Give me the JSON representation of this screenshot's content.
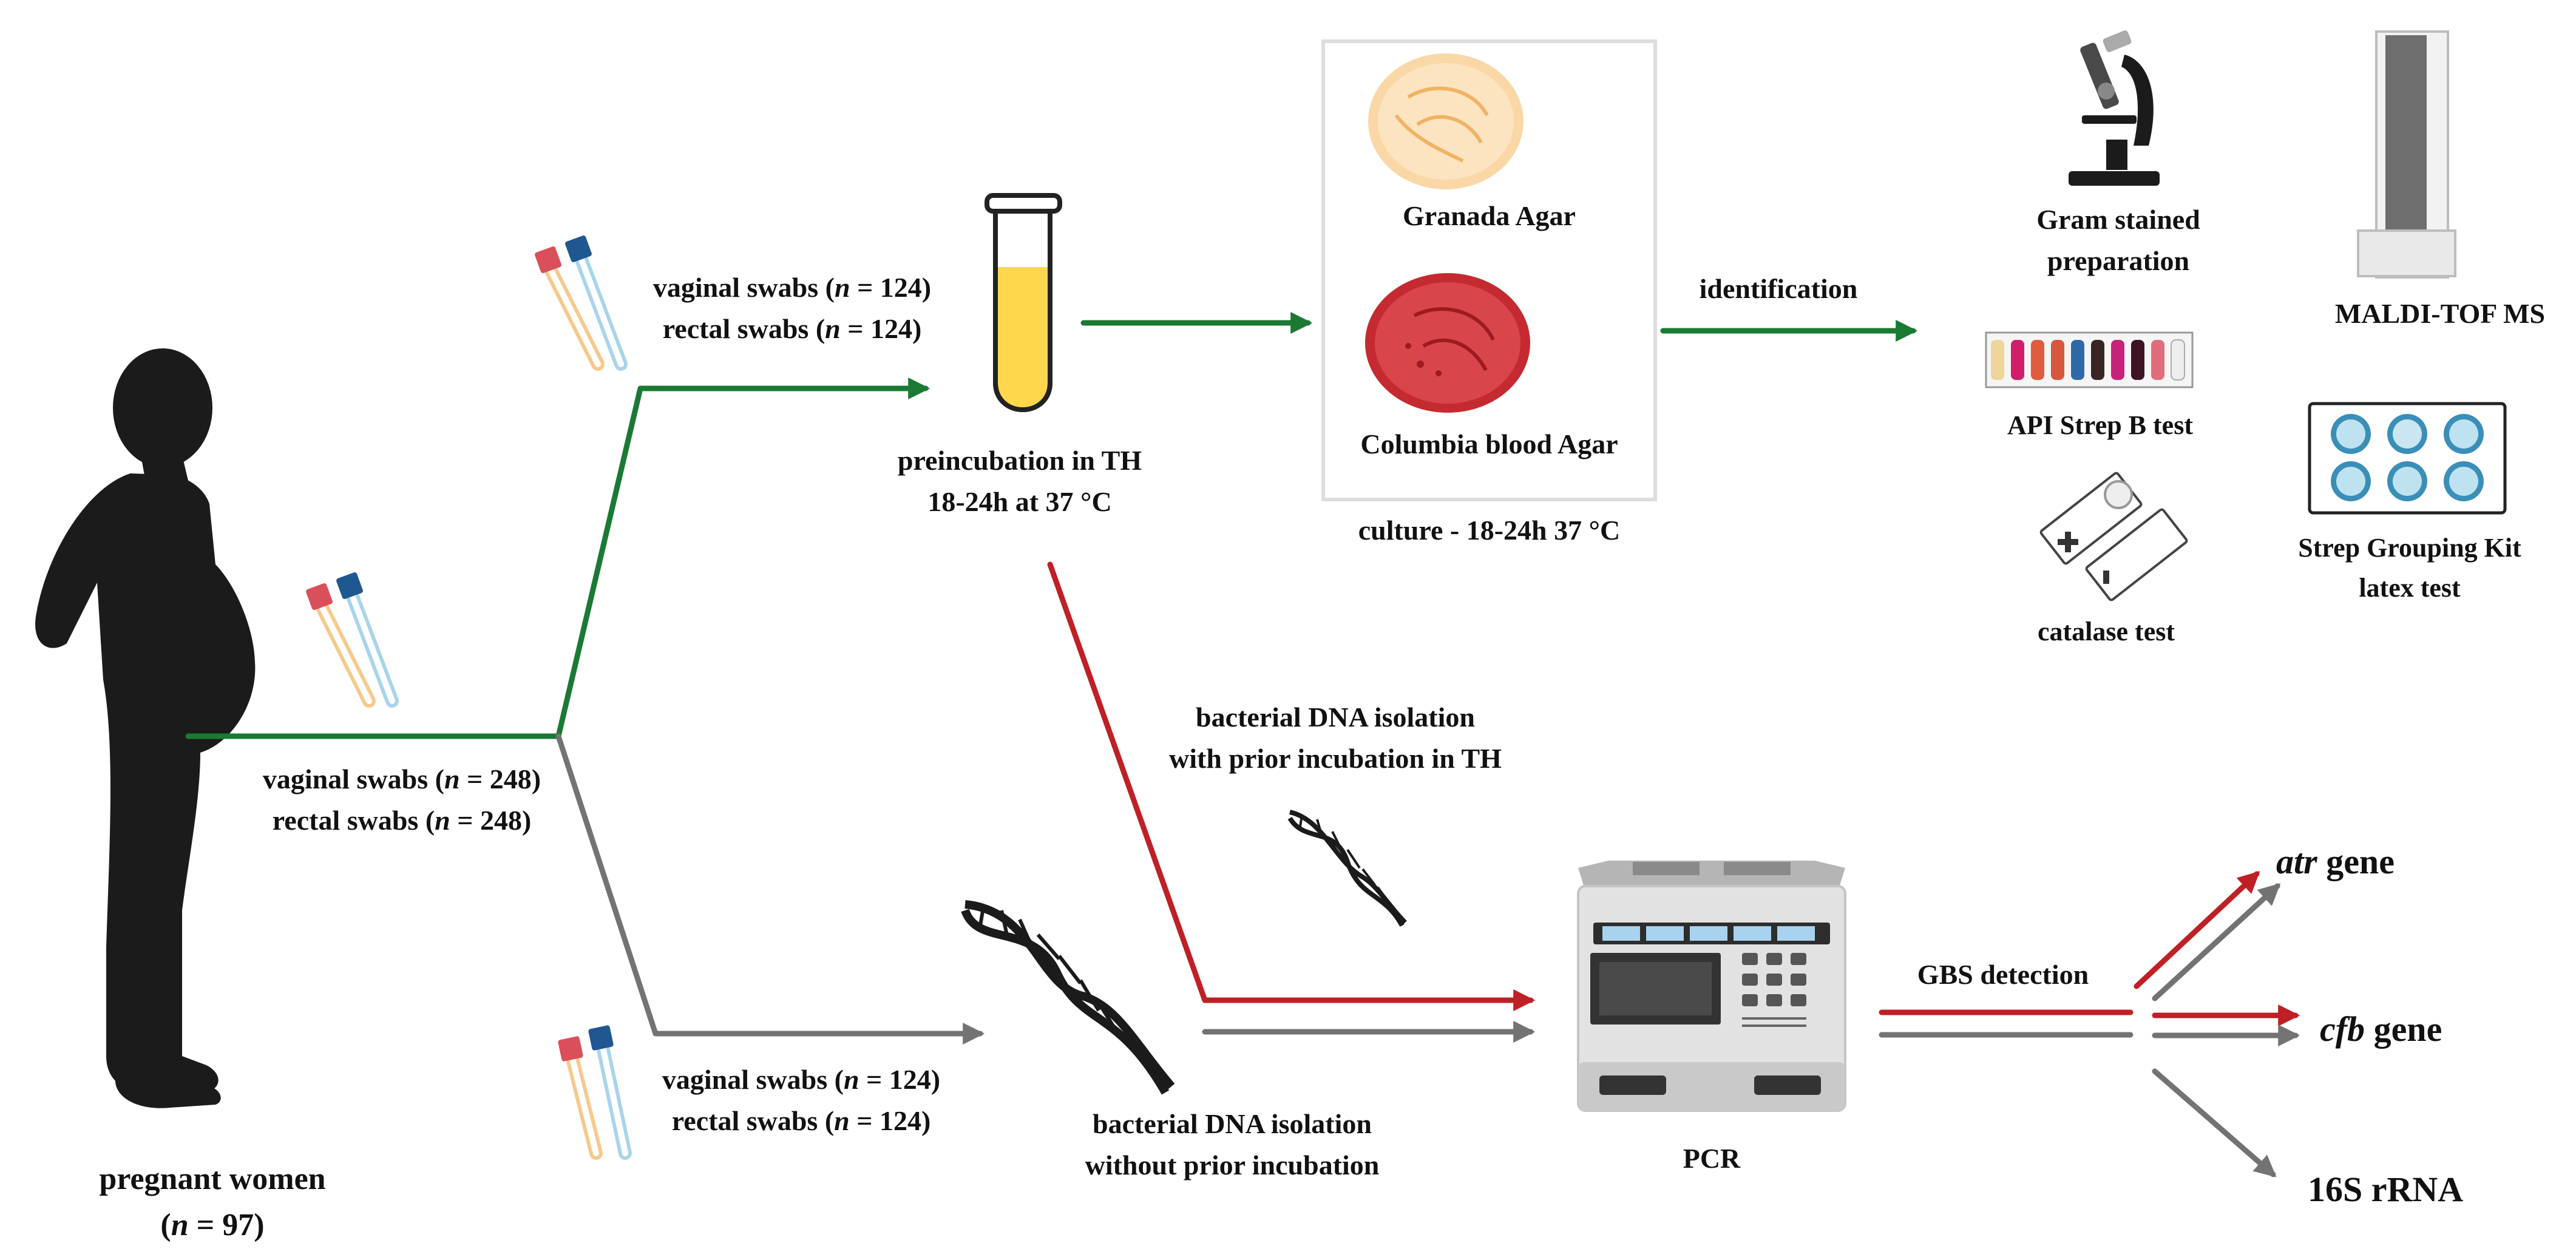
{
  "pregnant": {
    "line1": "pregnant women",
    "n_pre": "(",
    "n_var": "n",
    "n_post": " = 97)"
  },
  "split_swabs": {
    "vaginal_pre": "vaginal swabs (",
    "vaginal_n": "n",
    "vaginal_post": " = 248)",
    "rectal_pre": "rectal swabs (",
    "rectal_n": "n",
    "rectal_post": " = 248)"
  },
  "upper_swabs": {
    "vaginal_pre": "vaginal swabs (",
    "vaginal_n": "n",
    "vaginal_post": " = 124)",
    "rectal_pre": "rectal swabs (",
    "rectal_n": "n",
    "rectal_post": " = 124)"
  },
  "lower_swabs": {
    "vaginal_pre": "vaginal swabs (",
    "vaginal_n": "n",
    "vaginal_post": " = 124)",
    "rectal_pre": "rectal swabs (",
    "rectal_n": "n",
    "rectal_post": " = 124)"
  },
  "preincubation": {
    "line1": "preincubation in TH",
    "line2": "18-24h at 37 °C"
  },
  "agar": {
    "granada": "Granada Agar",
    "columbia": "Columbia blood Agar",
    "culture": "culture - 18-24h  37 °C"
  },
  "identification": "identification",
  "id_methods": {
    "gram_line1": "Gram stained",
    "gram_line2": "preparation",
    "maldi": "MALDI-TOF MS",
    "api": "API Strep B test",
    "catalase": "catalase test",
    "strep_line1": "Strep Grouping Kit",
    "strep_line2": "latex test"
  },
  "dna_prior": {
    "line1": "bacterial DNA isolation",
    "line2": "with prior incubation in TH"
  },
  "dna_without": {
    "line1": "bacterial DNA isolation",
    "line2": "without prior incubation"
  },
  "pcr": "PCR",
  "gbs_detection": "GBS detection",
  "genes": {
    "atr_italic": "atr",
    "atr_rest": " gene",
    "cfb_italic": "cfb",
    "cfb_rest": " gene",
    "rrna": "16S rRNA"
  },
  "colors": {
    "green": "#1a7a33",
    "gray": "#737373",
    "red": "#bf2026",
    "black": "#1b1b1b"
  }
}
